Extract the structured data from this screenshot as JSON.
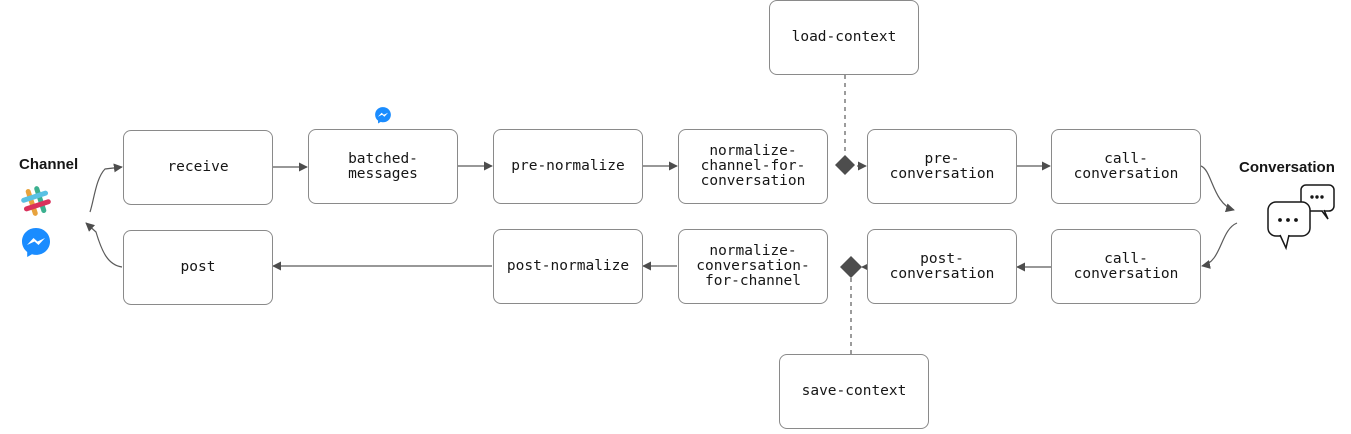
{
  "left_endpoint": {
    "title": "Channel",
    "icons": [
      "slack-icon",
      "messenger-icon"
    ]
  },
  "right_endpoint": {
    "title": "Conversation",
    "icons": [
      "chat-bubbles-icon"
    ]
  },
  "inbound_steps": {
    "receive": "receive",
    "batched_messages": "batched-\nmessages",
    "pre_normalize": "pre-normalize",
    "normalize_channel_for_conversation": "normalize-\nchannel-for-\nconversation",
    "pre_conversation": "pre-\nconversation",
    "call_conversation": "call-\nconversation"
  },
  "outbound_steps": {
    "call_conversation": "call-\nconversation",
    "post_conversation": "post-\nconversation",
    "normalize_conversation_for_channel": "normalize-\nconversation-\nfor-channel",
    "post_normalize": "post-normalize",
    "post": "post"
  },
  "context_steps": {
    "load_context": "load-context",
    "save_context": "save-context"
  },
  "batched_messages_badge": "messenger-icon",
  "colors": {
    "box_border": "#8a8a8a",
    "arrow": "#4d4d4d",
    "text": "#161616",
    "messenger": "#1a8cff"
  }
}
